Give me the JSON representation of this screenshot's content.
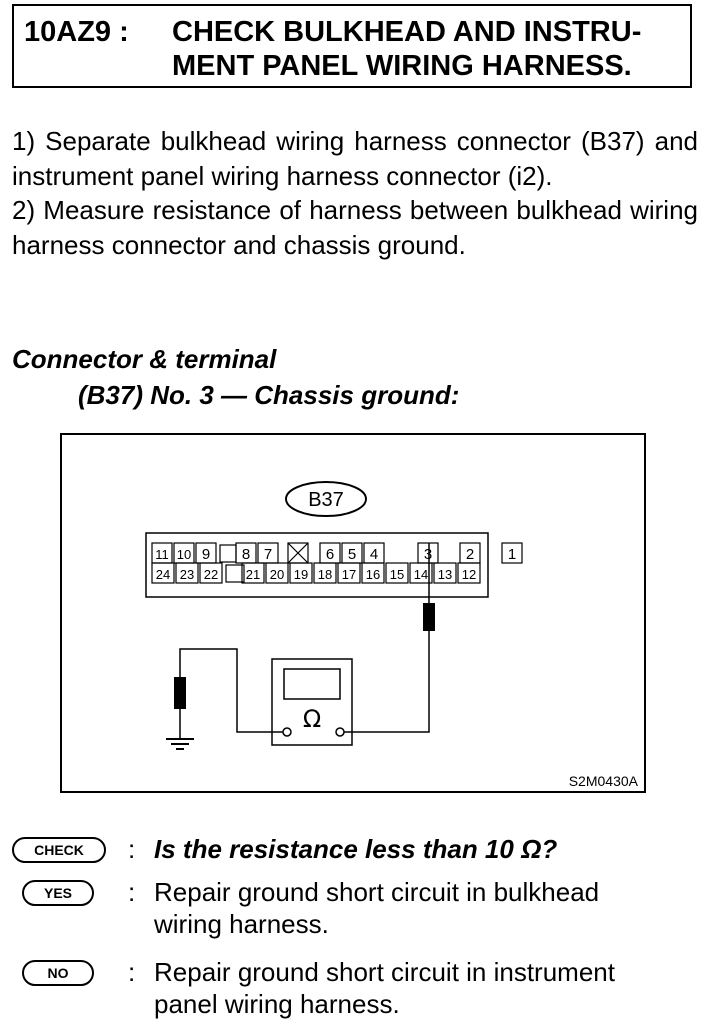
{
  "header": {
    "code": "10AZ9 :",
    "title_line1": "CHECK BULKHEAD AND INSTRU-",
    "title_line2": "MENT PANEL WIRING HARNESS."
  },
  "steps": [
    "1) Separate bulkhead wiring harness connector (B37) and instrument panel wiring harness connector (i2).",
    "2) Measure resistance of harness between bulkhead wiring harness connector and chassis ground."
  ],
  "connector_terminal": {
    "heading": "Connector & terminal",
    "detail": "(B37) No. 3 — Chassis ground:"
  },
  "diagram": {
    "connector_label": "B37",
    "row_top": [
      "11",
      "10",
      "9",
      "",
      "8",
      "7",
      "",
      "6",
      "5",
      "4",
      "3",
      "2",
      "1"
    ],
    "row_bottom": [
      "24",
      "23",
      "22",
      "",
      "21",
      "20",
      "19",
      "18",
      "17",
      "16",
      "15",
      "14",
      "13",
      "12"
    ],
    "meter_symbol": "Ω",
    "figure_code": "S2M0430A"
  },
  "results": {
    "check": {
      "badge": "CHECK",
      "text": "Is the resistance less than 10 Ω?"
    },
    "yes": {
      "badge": "YES",
      "line1": "Repair ground short circuit in bulkhead",
      "line2": "wiring harness."
    },
    "no": {
      "badge": "NO",
      "line1": "Repair ground short circuit in instrument",
      "line2": "panel wiring harness."
    }
  }
}
